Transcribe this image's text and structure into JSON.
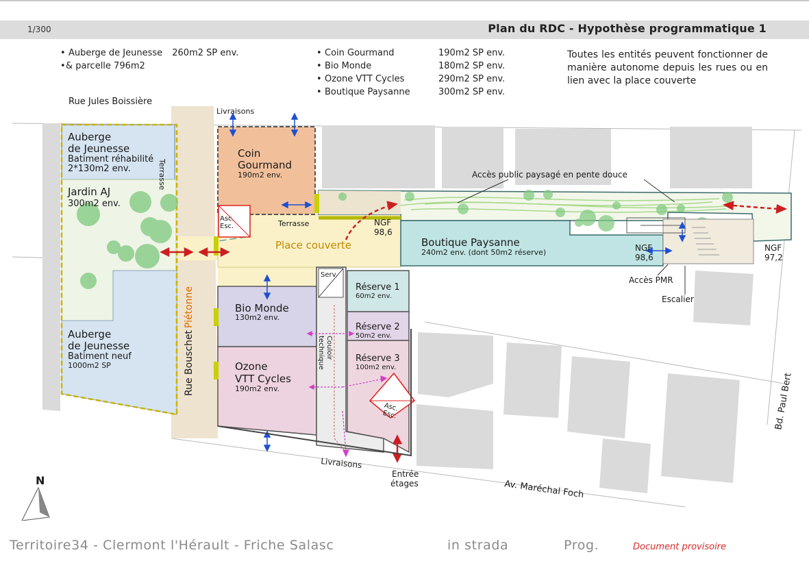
{
  "header": {
    "scale": "1/300",
    "title": "Plan du RDC - Hypothèse programmatique 1"
  },
  "programme_left": [
    {
      "name": "Auberge de Jeunesse",
      "area": "260m2 SP env."
    },
    {
      "name": "& parcelle 796m2",
      "area": ""
    }
  ],
  "programme_right": [
    {
      "name": "Coin Gourmand",
      "area": "190m2 SP env."
    },
    {
      "name": "Bio Monde",
      "area": "180m2 SP env."
    },
    {
      "name": "Ozone VTT Cycles",
      "area": "290m2 SP env."
    },
    {
      "name": "Boutique Paysanne",
      "area": "300m2 SP env."
    }
  ],
  "note": "Toutes les entités peuvent fonctionner de manière autonome depuis les rues ou en lien avec la place couverte",
  "map": {
    "streets": {
      "rue_jules_boissiere": "Rue Jules Boissière",
      "rue_bouschet": "Rue Bouschet",
      "pietonne": "Piétonne",
      "av_foch": "Av. Maréchal Foch",
      "bd_paul_bert": "Bd. Paul Bert"
    },
    "units": {
      "auberge_rehab": {
        "l1": "Auberge",
        "l2": "de Jeunesse",
        "l3": "Batiment réhabilité",
        "l4": "2*130m2 env."
      },
      "jardin": {
        "l1": "Jardin AJ",
        "l2": "300m2 env."
      },
      "auberge_neuf": {
        "l1": "Auberge",
        "l2": "de Jeunesse",
        "l3": "Batiment neuf",
        "l4": "1000m2 SP"
      },
      "coin_gourmand": {
        "l1": "Coin",
        "l2": "Gourmand",
        "l3": "190m2 env."
      },
      "bio_monde": {
        "l1": "Bio Monde",
        "l2": "130m2 env."
      },
      "ozone": {
        "l1": "Ozone",
        "l2": "VTT Cycles",
        "l3": "190m2 env."
      },
      "boutique": {
        "l1": "Boutique Paysanne",
        "l2": "240m2 env. (dont 50m2 réserve)"
      },
      "reserve1": {
        "l1": "Réserve 1",
        "l2": "60m2 env."
      },
      "reserve2": {
        "l1": "Réserve 2",
        "l2": "50m2 env."
      },
      "reserve3": {
        "l1": "Réserve 3",
        "l2": "100m2 env."
      }
    },
    "labels": {
      "livraisons_top": "Livraisons",
      "livraisons_bottom": "Livraisons",
      "terrasse_v": "Terrasse",
      "terrasse_h": "Terrasse",
      "asc_esc_1": "Asc.",
      "asc_esc_2": "Esc.",
      "place_couverte": "Place couverte",
      "ngf1_label": "NGF",
      "ngf1_value": "98,6",
      "ngf2_label": "NGF",
      "ngf2_value": "98,6",
      "ngf3_label": "NGF",
      "ngf3_value": "97,2",
      "acces_public": "Accès public paysagé en pente douce",
      "acces_pmr": "Accès PMR",
      "escalier": "Escalier",
      "serv": "Serv.",
      "couloir1": "Couloir",
      "couloir2": "technique",
      "entree1": "Entrée",
      "entree2": "étages",
      "north": "N"
    },
    "colors": {
      "auberge": "#d6e4f1",
      "jardin": "#eef4e6",
      "coin_gourmand": "#f1c09a",
      "place": "#faf1c8",
      "boutique": "#bfe4e3",
      "bio_monde": "#d7d3e8",
      "ozone": "#edd3df",
      "reserve1": "#cfe7e6",
      "reserve2": "#e2d5e8",
      "reserve3": "#eed6df",
      "tree": "#6fbf6f",
      "building_grey": "#dadada",
      "arrow_blue": "#1f4fd1",
      "arrow_red": "#cc1f1f",
      "arrow_magenta": "#d040c8"
    }
  },
  "footer": {
    "project": "Territoire34 - Clermont l'Hérault - Friche Salasc",
    "agency": "in strada",
    "phase": "Prog.",
    "status": "Document provisoire"
  }
}
